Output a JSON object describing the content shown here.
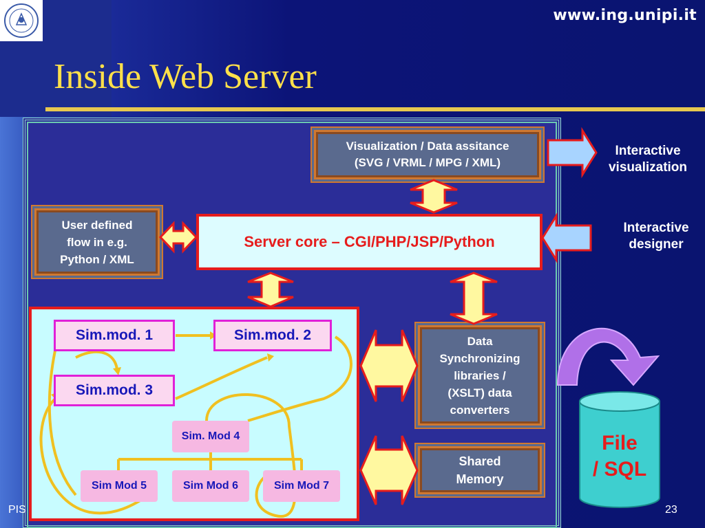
{
  "header": {
    "website": "www.ing.unipi.it",
    "title": "Inside Web Server",
    "logo_icon": "university-seal-icon"
  },
  "diagram": {
    "visualization_box": {
      "line1": "Visualization / Data assitance",
      "line2": "(SVG / VRML / MPG / XML)"
    },
    "user_flow_box": {
      "line1": "User defined",
      "line2": "flow in e.g.",
      "line3": "Python / XML"
    },
    "server_core": "Server core  – CGI/PHP/JSP/Python",
    "data_sync_box": {
      "line1": "Data",
      "line2": "Synchronizing",
      "line3": "libraries /",
      "line4": "(XSLT) data",
      "line5": "converters"
    },
    "shared_memory_box": {
      "line1": "Shared",
      "line2": "Memory"
    },
    "interactive_visualization": {
      "line1": "Interactive",
      "line2": "visualization"
    },
    "interactive_designer": {
      "line1": "Interactive",
      "line2": "designer"
    },
    "storage": {
      "line1": "File",
      "line2": "/ SQL"
    },
    "sim_modules": {
      "mod1": "Sim.mod. 1",
      "mod2": "Sim.mod. 2",
      "mod3": "Sim.mod. 3",
      "mod4": "Sim. Mod 4",
      "mod5": "Sim Mod 5",
      "mod6": "Sim Mod 6",
      "mod7": "Sim Mod 7"
    }
  },
  "footer": {
    "left": "PIS",
    "page_number": "23"
  },
  "colors": {
    "background": "#0a1470",
    "title": "#ffe04a",
    "accent_red": "#e61c1c",
    "arrow_yellow": "#fff8a0",
    "arrow_blue": "#a8d4ff",
    "cylinder": "#3ecfcf"
  }
}
